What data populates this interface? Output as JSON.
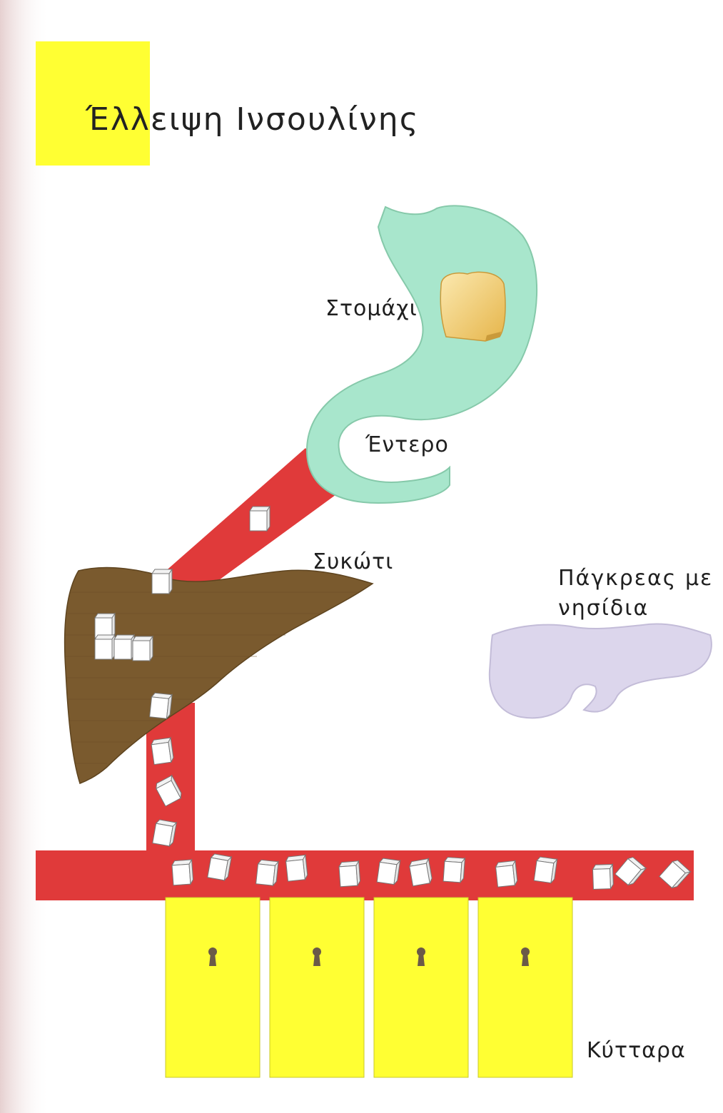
{
  "title": "Έλλειψη Ινσουλίνης",
  "labels": {
    "stomach": "Στομάχι",
    "intestine": "Έντερο",
    "liver": "Συκώτι",
    "pancreas_line1": "Πάγκρεας με",
    "pancreas_line2": "νησίδια",
    "cells": "Κύτταρα"
  },
  "colors": {
    "page_shadow": "#efdede",
    "title_block": "#ffff33",
    "stomach": "#a8e6cc",
    "blood_vessel": "#e03a3a",
    "liver": "#7a5a2e",
    "pancreas": "#dcd6ec",
    "cell": "#ffff33",
    "keyhole": "#6b5a48",
    "bread": "#f0c560",
    "sugar_cube": "#ffffff"
  },
  "icons": [
    "bread-icon",
    "sugar-cube-icon",
    "keyhole-icon"
  ],
  "cells_count": 4
}
